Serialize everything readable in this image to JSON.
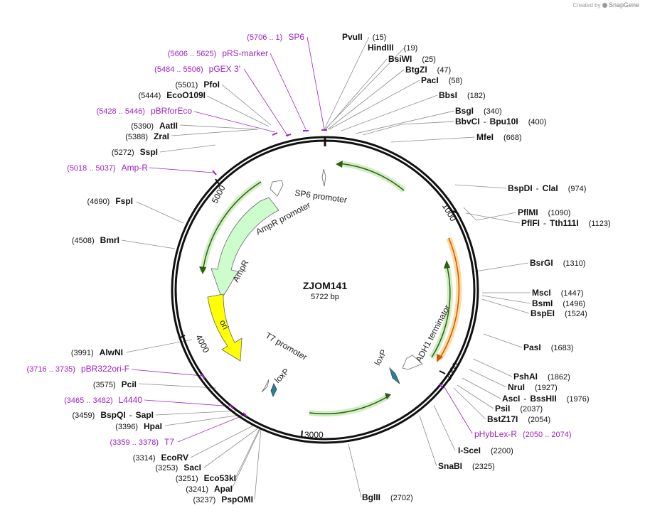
{
  "brand": {
    "prefix": "Created by",
    "name": "SnapGene"
  },
  "plasmid": {
    "name": "ZJOM141",
    "length_label": "5722 bp",
    "length": 5722
  },
  "scale_ticks": [
    "1000",
    "2000",
    "3000",
    "4000",
    "5000"
  ],
  "colors": {
    "enzyme": "#111111",
    "primer": "#a020c8",
    "feature_green": "#cfffcf",
    "feature_yellow": "#ffff00",
    "feature_orange": "#ffa500",
    "teal": "#2f7f8f"
  },
  "enzymes": [
    {
      "name": "PvuII",
      "pos": "(15)"
    },
    {
      "name": "HindIII",
      "pos": "(19)"
    },
    {
      "name": "BsiWI",
      "pos": "(25)"
    },
    {
      "name": "BtgZI",
      "pos": "(47)"
    },
    {
      "name": "PacI",
      "pos": "(58)"
    },
    {
      "name": "BbsI",
      "pos": "(182)"
    },
    {
      "name": "BsgI",
      "pos": "(340)"
    },
    {
      "name": "BbvCI",
      "name2": "Bpu10I",
      "pos": "(400)"
    },
    {
      "name": "MfeI",
      "pos": "(668)"
    },
    {
      "name": "BspDI",
      "name2": "ClaI",
      "pos": "(974)"
    },
    {
      "name": "PflMI",
      "pos": "(1090)"
    },
    {
      "name": "PflFI",
      "name2": "Tth111I",
      "pos": "(1123)"
    },
    {
      "name": "BsrGI",
      "pos": "(1310)"
    },
    {
      "name": "MscI",
      "pos": "(1447)"
    },
    {
      "name": "BsmI",
      "pos": "(1496)"
    },
    {
      "name": "BspEI",
      "pos": "(1524)"
    },
    {
      "name": "PasI",
      "pos": "(1683)"
    },
    {
      "name": "PshAI",
      "pos": "(1862)"
    },
    {
      "name": "NruI",
      "pos": "(1927)"
    },
    {
      "name": "AscI",
      "name2": "BssHII",
      "pos": "(1976)"
    },
    {
      "name": "PsiI",
      "pos": "(2037)"
    },
    {
      "name": "BstZ17I",
      "pos": "(2054)"
    },
    {
      "name": "I-SceI",
      "pos": "(2200)"
    },
    {
      "name": "SnaBI",
      "pos": "(2325)"
    },
    {
      "name": "BglII",
      "pos": "(2702)"
    },
    {
      "name": "PspOMI",
      "pos": "(3237)"
    },
    {
      "name": "ApaI",
      "pos": "(3241)"
    },
    {
      "name": "Eco53kI",
      "pos": "(3251)"
    },
    {
      "name": "SacI",
      "pos": "(3253)"
    },
    {
      "name": "EcoRV",
      "pos": "(3314)"
    },
    {
      "name": "HpaI",
      "pos": "(3396)"
    },
    {
      "name": "BspQI",
      "name2": "SapI",
      "pos": "(3459)"
    },
    {
      "name": "PciI",
      "pos": "(3575)"
    },
    {
      "name": "AlwNI",
      "pos": "(3991)"
    },
    {
      "name": "BmrI",
      "pos": "(4508)"
    },
    {
      "name": "FspI",
      "pos": "(4690)"
    },
    {
      "name": "SspI",
      "pos": "(5272)"
    },
    {
      "name": "ZraI",
      "pos": "(5388)"
    },
    {
      "name": "AatII",
      "pos": "(5390)"
    },
    {
      "name": "EcoO109I",
      "pos": "(5444)"
    },
    {
      "name": "PfoI",
      "pos": "(5501)"
    }
  ],
  "primers": [
    {
      "name": "SP6",
      "range": "(5706 .. 1)"
    },
    {
      "name": "pRS-marker",
      "range": "(5606 .. 5625)"
    },
    {
      "name": "pGEX 3'",
      "range": "(5484 .. 5506)"
    },
    {
      "name": "pBRforEco",
      "range": "(5428 .. 5446)"
    },
    {
      "name": "Amp-R",
      "range": "(5018 .. 5037)"
    },
    {
      "name": "pHybLex-R",
      "range": "(2050 .. 2074)"
    },
    {
      "name": "pBR322ori-F",
      "range": "(3716 .. 3735)"
    },
    {
      "name": "L4440",
      "range": "(3465 .. 3482)"
    },
    {
      "name": "T7",
      "range": "(3359 .. 3378)"
    }
  ],
  "features": {
    "sp6_promoter": "SP6 promoter",
    "ampr_promoter": "AmpR promoter",
    "ampr": "AmpR",
    "ori": "ori",
    "t7_promoter": "T7 promoter",
    "loxp_left": "loxP",
    "loxp_right": "loxP",
    "adh1_terminator": "ADH1 terminator"
  }
}
